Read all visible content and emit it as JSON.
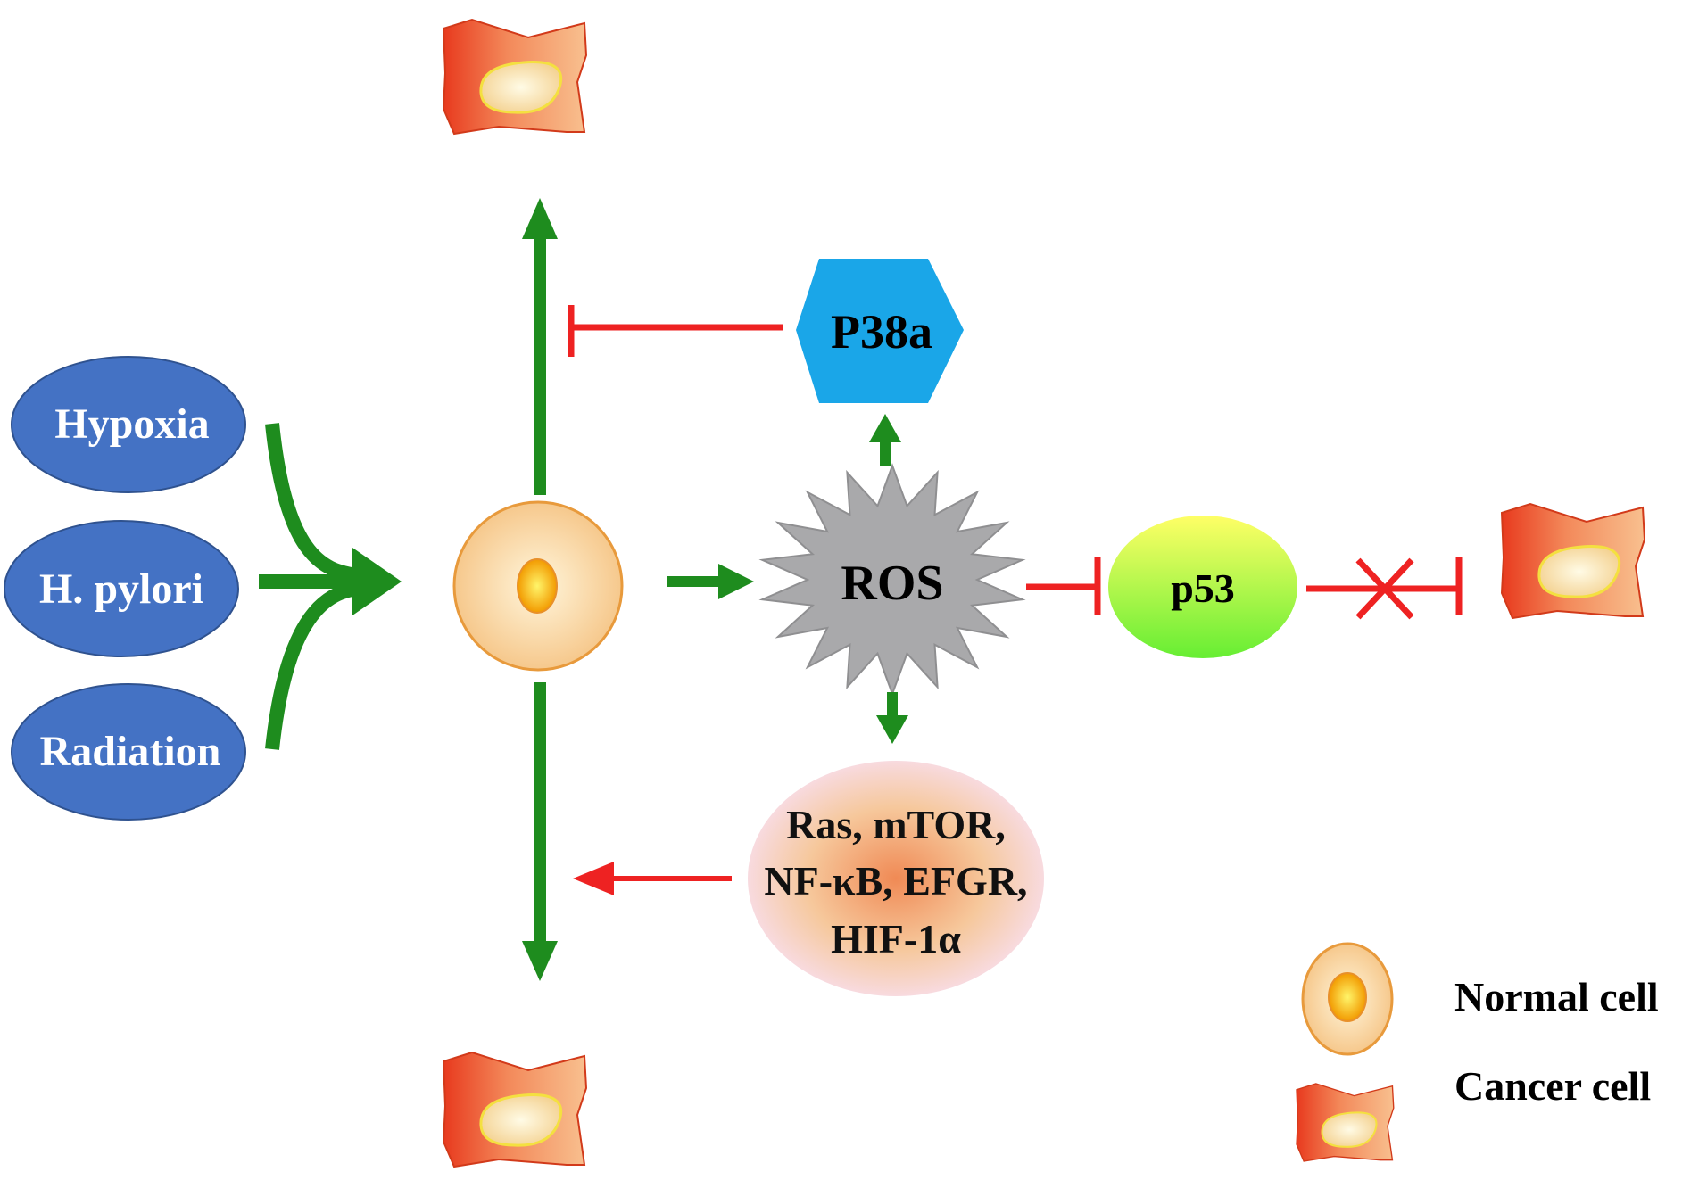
{
  "stimuli": {
    "hypoxia": "Hypoxia",
    "h_pylori": "H. pylori",
    "radiation": "Radiation"
  },
  "nodes": {
    "p38a": "P38a",
    "ros": "ROS",
    "p53": "p53",
    "targets_line1": "Ras, mTOR,",
    "targets_line2": "NF-κB, EFGR,",
    "targets_line3": "HIF-1α"
  },
  "legend": {
    "normal_cell": "Normal cell",
    "cancer_cell": "Cancer cell"
  },
  "colors": {
    "activation": "#1e8c1e",
    "inhibition": "#ee2222",
    "stimulus_fill": "#4472c4",
    "p38a_fill": "#1aa6e8",
    "ros_fill": "#a9a9ab"
  }
}
